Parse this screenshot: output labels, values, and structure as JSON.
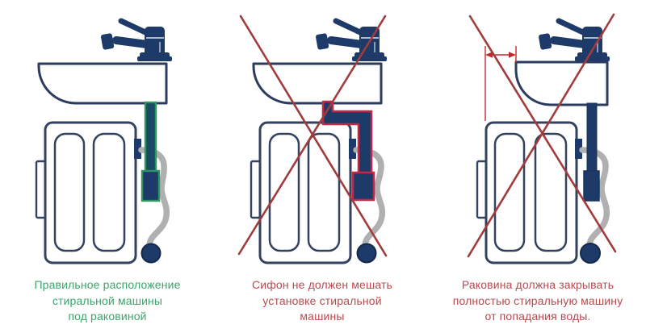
{
  "colors": {
    "background": "#FFFFFF",
    "outline_navy": "#32425F",
    "fill_navy": "#1E3A68",
    "correct_pipe_green": "#2E9663",
    "correct_pipe_fill_teal": "#1B4A63",
    "error_pipe_border_red": "#C42847",
    "prohibition_cross_red": "#A23B3C",
    "dimension_arrow_red": "#C3272B",
    "hose_gray": "#B0B0B0",
    "caption_green": "#3CA56C",
    "caption_red": "#B64B50"
  },
  "panels": [
    {
      "name": "correct-placement",
      "status": "correct",
      "crossed_out": false,
      "caption_color": "#3CA56C",
      "caption_lines": [
        "Правильное расположение",
        "стиральной машины",
        "под раковиной"
      ],
      "diagram_parts": [
        "faucet",
        "sink",
        "washing-machine",
        "green-drain-pipe",
        "green-siphon",
        "gray-drain-hose",
        "drain-hose-plug"
      ]
    },
    {
      "name": "siphon-must-not-interfere",
      "status": "incorrect",
      "crossed_out": true,
      "caption_color": "#B64B50",
      "caption_lines": [
        "Сифон не должен мешать",
        "установке стиральной",
        "машины"
      ],
      "diagram_parts": [
        "faucet",
        "sink",
        "washing-machine",
        "offset-drain-pipe-red-border",
        "siphon-red-border",
        "gray-drain-hose",
        "drain-hose-plug",
        "prohibition-cross"
      ]
    },
    {
      "name": "sink-must-cover-machine",
      "status": "incorrect",
      "crossed_out": true,
      "caption_color": "#B64B50",
      "caption_lines": [
        "Раковина должна закрывать",
        "полностью стиральную машину",
        "от попадания воды."
      ],
      "diagram_parts": [
        "faucet",
        "narrow-sink",
        "washing-machine",
        "navy-drain-pipe",
        "navy-siphon",
        "gray-drain-hose",
        "drain-hose-plug",
        "machine-overhang-dimension-arrow",
        "prohibition-cross"
      ]
    }
  ]
}
